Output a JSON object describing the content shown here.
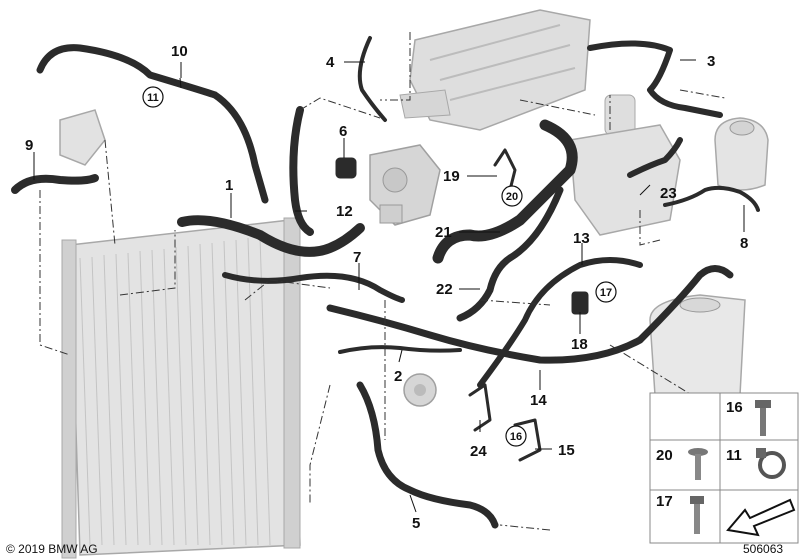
{
  "callouts": {
    "c1": "1",
    "c2": "2",
    "c3": "3",
    "c4": "4",
    "c5": "5",
    "c6": "6",
    "c7": "7",
    "c8": "8",
    "c9": "9",
    "c10": "10",
    "c12": "12",
    "c13": "13",
    "c14": "14",
    "c15": "15",
    "c18": "18",
    "c19": "19",
    "c21": "21",
    "c22": "22",
    "c23": "23",
    "c24": "24"
  },
  "circled_refs": {
    "r11": "11",
    "r17": "17",
    "r20": "20",
    "r16": "16"
  },
  "legend": {
    "items": [
      "16",
      "20",
      "11",
      "17"
    ]
  },
  "footer": {
    "copyright": "© 2019 BMW AG",
    "diagram_id": "506063"
  },
  "colors": {
    "hose": "#2b2b2b",
    "component_fill": "#d9d9d9",
    "component_stroke": "#a8a8a8",
    "leader": "#111111",
    "legend_border": "#888888"
  }
}
